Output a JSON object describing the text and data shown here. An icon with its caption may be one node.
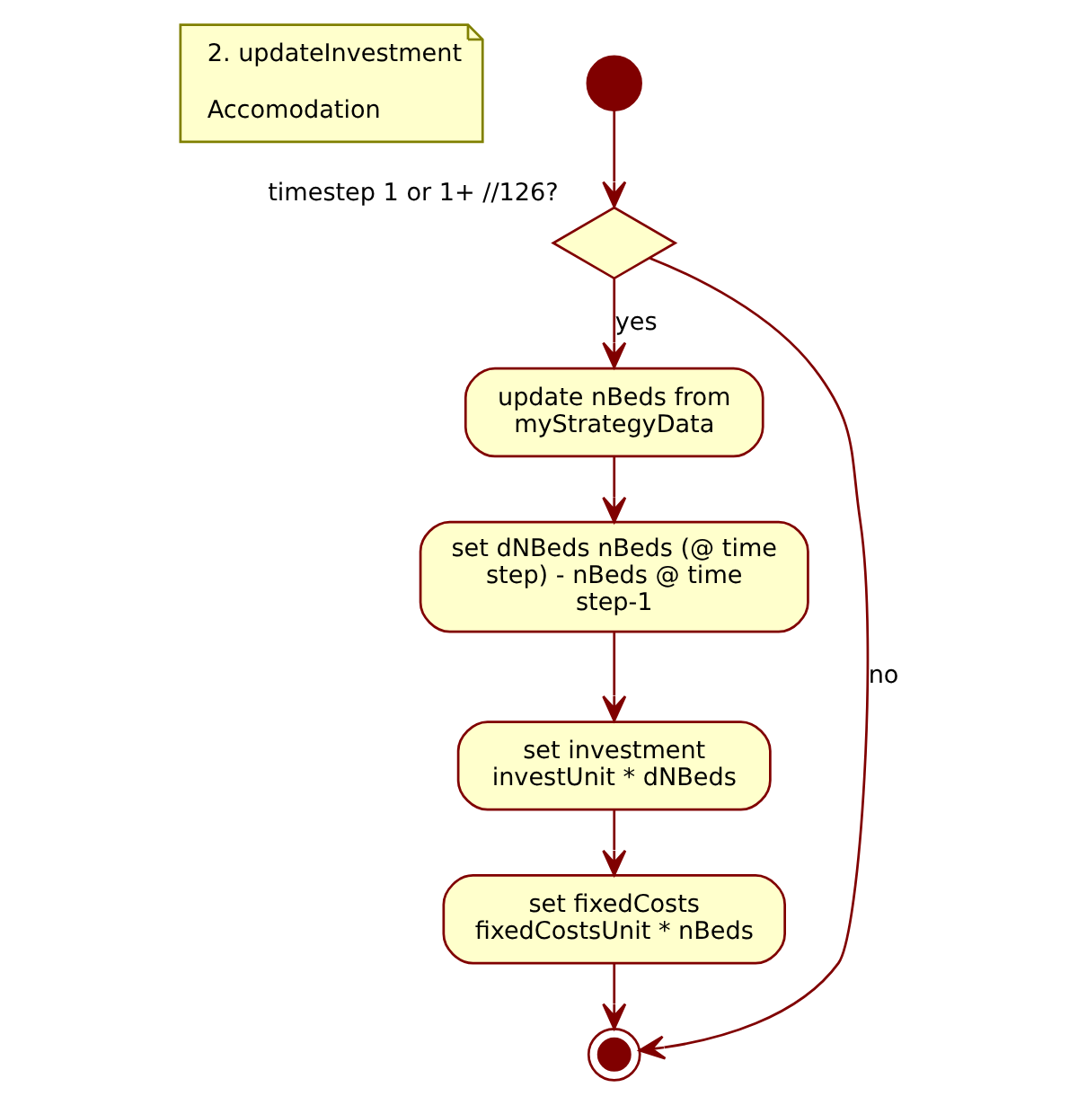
{
  "diagram": {
    "nodes": [
      {
        "text": [
          "2. updateInvestment",
          "Accomodation"
        ]
      },
      {
        "text": [],
        "shape": "circle"
      },
      {
        "text": [],
        "shape": "diamond",
        "beside": [
          "timestep 1 or 1+ //126?"
        ]
      },
      {
        "text": [
          "update nBeds from myStrategyData"
        ]
      },
      {
        "text": [
          "set dNBeds nBeds (@ time step) - nBeds @ time step-1"
        ]
      },
      {
        "text": [
          "set investment investUnit * dNBeds"
        ]
      },
      {
        "text": [
          "set fixedCosts fixedCostsUnit * nBeds"
        ]
      },
      {
        "text": [],
        "shape": "circle"
      }
    ],
    "edges": [
      {
        "from": 1,
        "to": 2,
        "arrow": "to"
      },
      {
        "from": 2,
        "to": 3,
        "arrow": "to",
        "label": "yes"
      },
      {
        "from": 3,
        "to": 4,
        "arrow": "to"
      },
      {
        "from": 4,
        "to": 5,
        "arrow": "to"
      },
      {
        "from": 5,
        "to": 6,
        "arrow": "to"
      },
      {
        "from": 6,
        "to": 7,
        "arrow": "to"
      },
      {
        "from": 2,
        "to": 7,
        "arrow": "to",
        "label": "no"
      }
    ]
  }
}
